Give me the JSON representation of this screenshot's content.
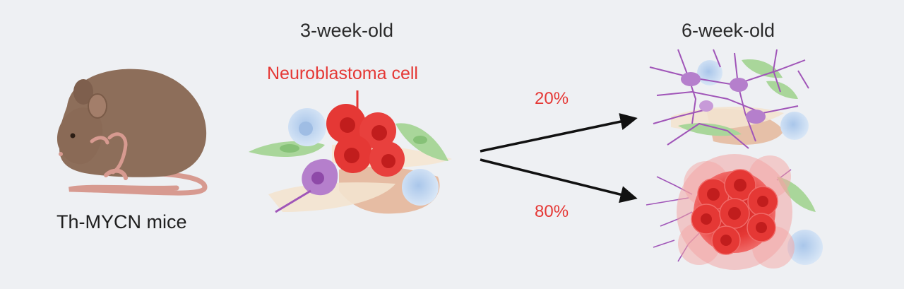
{
  "figure": {
    "mouse_label": "Th-MYCN mice",
    "stage_early": "3-week-old",
    "stage_late": "6-week-old",
    "cell_callout": "Neuroblastoma cell",
    "outcome_upper_pct": "20%",
    "outcome_lower_pct": "80%"
  },
  "colors": {
    "background": "#eef0f3",
    "tumor_red": "#e53835",
    "callout_red": "#e53835",
    "mouse_brown": "#8d6e5a",
    "mouse_pink": "#d79a90",
    "neuron_purple": "#a055b8",
    "fibroblast_green": "#a9d69a",
    "stroma_tan": "#e3ab88",
    "immune_blue": "#bcd5ef",
    "arrow": "#111111"
  }
}
